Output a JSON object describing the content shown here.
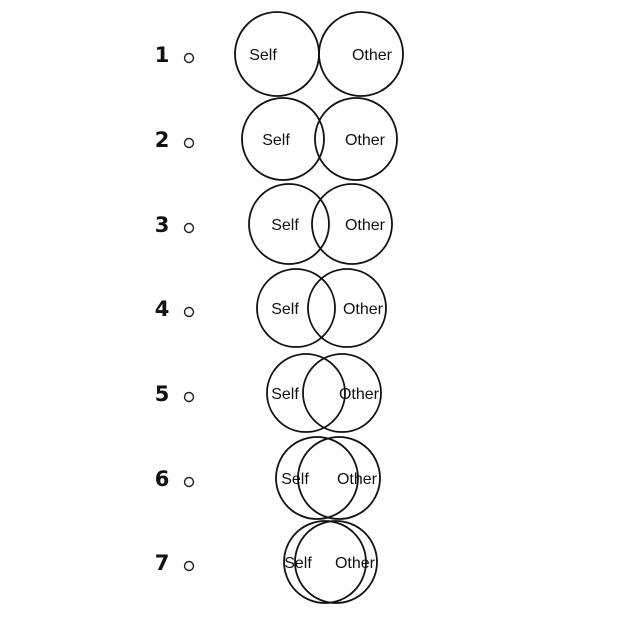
{
  "question": {
    "label_self": "Self",
    "label_other": "Other",
    "options": [
      {
        "number": "1",
        "selected": false
      },
      {
        "number": "2",
        "selected": false
      },
      {
        "number": "3",
        "selected": false
      },
      {
        "number": "4",
        "selected": false
      },
      {
        "number": "5",
        "selected": false
      },
      {
        "number": "6",
        "selected": false
      },
      {
        "number": "7",
        "selected": false
      }
    ]
  }
}
